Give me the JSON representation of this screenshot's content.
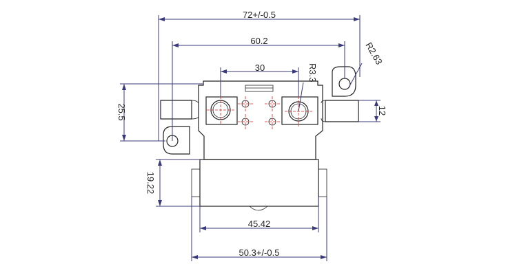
{
  "dimensions": {
    "overall_width": "72+/-0.5",
    "hole_spacing_outer": "60.2",
    "terminal_spacing": "30",
    "terminal_radius": "R3.3",
    "mount_radius": "R2.63",
    "height": "25.5",
    "tab_height": "12",
    "body_height": "19.22",
    "body_inner_width": "45.42",
    "body_outer_width": "50.3+/-0.5"
  },
  "colors": {
    "line": "#222222",
    "dimension": "#3a3a7a",
    "centerline": "#dd2222"
  }
}
